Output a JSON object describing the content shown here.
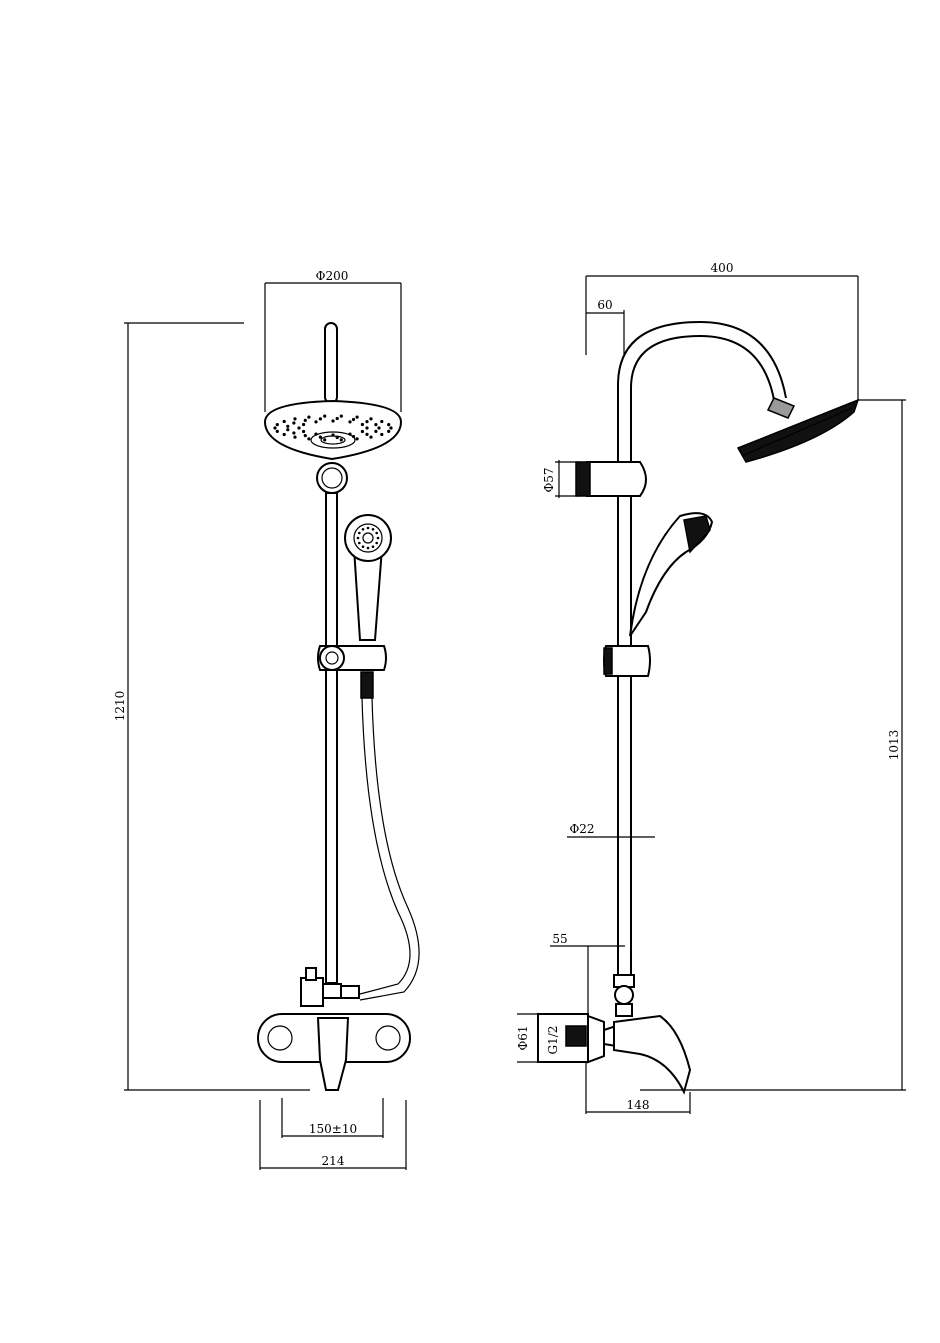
{
  "front_view": {
    "dim_head_diameter": "Φ200",
    "dim_total_height": "1210",
    "dim_inlet_spacing": "150±10",
    "dim_mixer_width": "214"
  },
  "side_view": {
    "dim_arm_reach": "400",
    "dim_arm_offset": "60",
    "dim_holder_diameter": "Φ57",
    "dim_rail_diameter": "Φ22",
    "dim_head_height": "1013",
    "dim_wall_offset": "55",
    "dim_escutcheon_diameter": "Φ61",
    "dim_thread": "G1/2",
    "dim_spout_length": "148"
  }
}
